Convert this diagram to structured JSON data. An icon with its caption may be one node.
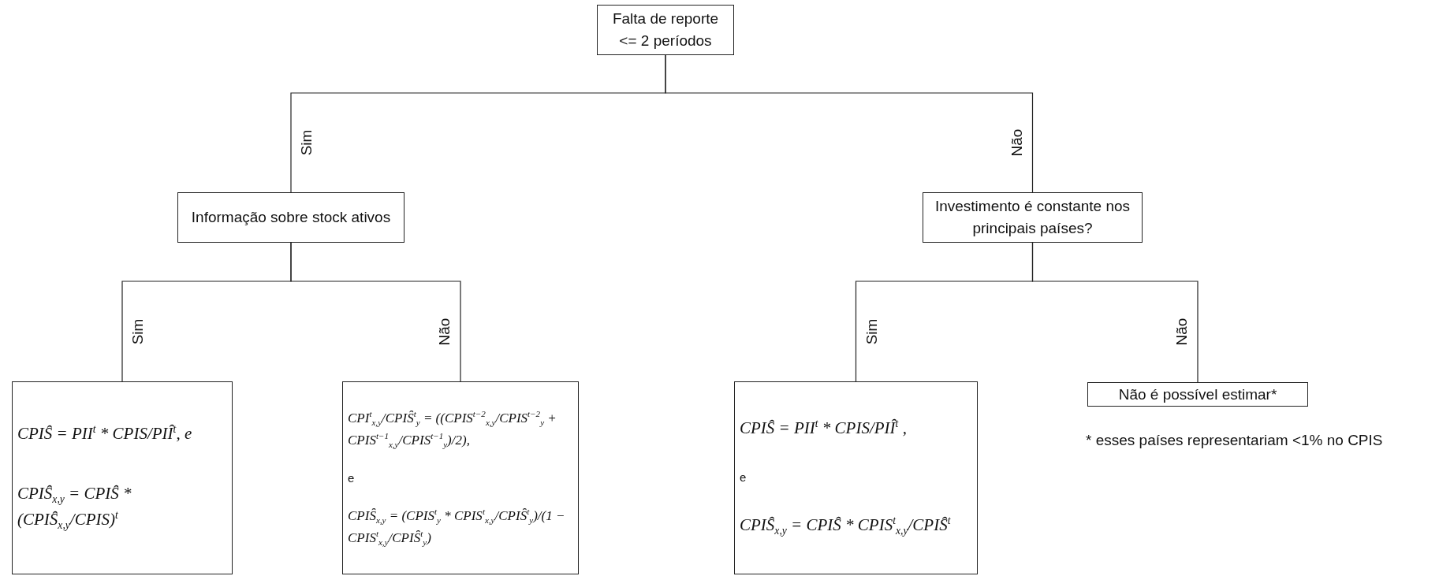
{
  "diagram": {
    "nodes": [
      {
        "text": [
          "Falta de reporte <= 2 períodos"
        ]
      },
      {
        "text": [
          "Informação sobre stock ativos"
        ]
      },
      {
        "text": [
          "Investimento é constante nos principais países?"
        ]
      },
      {
        "text": [
          "CPIS̑ = PII$^{t}$ * CPIS/PIȊ$^{t}$, e",
          "CPIS̑$_{x,y}$ = CPIS̑ * (CPIS̑$_{x,y}$/CPIS)$^{t}$"
        ]
      },
      {
        "text": [
          "CPI$^{t}$$_{x,y}$/CPIS̑$^{t}$$_{y}$ = ((CPIS$^{t−2}$$_{x,y}$/CPIS$^{t−2}$$_{y}$ + CPIS$^{t−1}$$_{x,y}$/CPIS$^{t−1}$$_{y}$)/2),",
          "e",
          "CPIS̑$_{x,y}$ = (CPIS$^{t}$$_{y}$ * CPIS$^{t}$$_{x,y}$/CPIS̑$^{t}$$_{y}$)/(1 − CPIS$^{t}$$_{x,y}$/CPIS̑$^{t}$$_{y}$)"
        ]
      },
      {
        "text": [
          "CPIS̑ = PII$^{t}$ * CPIS/PIȊ$^{t}$ ,",
          "e",
          "CPIS̑$_{x,y}$ = CPIS̑ * CPIS$^{t}$$_{x,y}$/CPIS̑$^{t}$"
        ]
      },
      {
        "text": [
          "Não é possível estimar*"
        ]
      }
    ],
    "edges": [
      {
        "from": 0,
        "to": 1,
        "arrow": "none",
        "label": "Sim"
      },
      {
        "from": 0,
        "to": 2,
        "arrow": "none",
        "label": "Não"
      },
      {
        "from": 1,
        "to": 3,
        "arrow": "none",
        "label": "Sim"
      },
      {
        "from": 1,
        "to": 4,
        "arrow": "none",
        "label": "Não"
      },
      {
        "from": 2,
        "to": 5,
        "arrow": "none",
        "label": "Sim"
      },
      {
        "from": 2,
        "to": 6,
        "arrow": "none",
        "label": "Não"
      }
    ],
    "labels": [
      "* esses países representariam <1% no CPIS"
    ]
  }
}
